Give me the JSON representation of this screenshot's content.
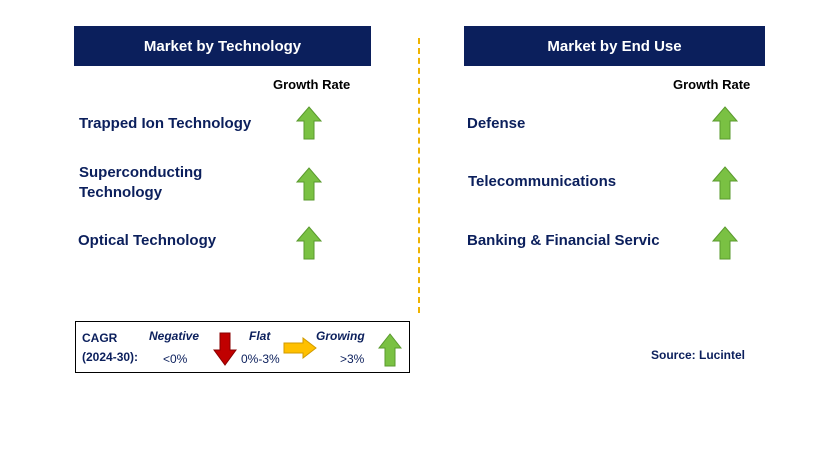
{
  "left_panel": {
    "title": "Market by Technology",
    "growth_rate_label": "Growth Rate",
    "items": [
      {
        "label": "Trapped Ion Technology",
        "trend": "growing"
      },
      {
        "label_line1": "Superconducting",
        "label_line2": "Technology",
        "trend": "growing"
      },
      {
        "label": "Optical Technology",
        "trend": "growing"
      }
    ]
  },
  "right_panel": {
    "title": "Market by End Use",
    "growth_rate_label": "Growth Rate",
    "items": [
      {
        "label": "Defense",
        "trend": "growing"
      },
      {
        "label": "Telecommunications",
        "trend": "growing"
      },
      {
        "label": "Banking & Financial Servic",
        "trend": "growing"
      }
    ]
  },
  "legend": {
    "cagr_line1": "CAGR",
    "cagr_line2": "(2024-30):",
    "negative": {
      "label": "Negative",
      "range": "<0%",
      "color": "#c00000",
      "icon": "arrow-down-icon"
    },
    "flat": {
      "label": "Flat",
      "range": "0%-3%",
      "color": "#ffc000",
      "icon": "arrow-right-icon"
    },
    "growing": {
      "label": "Growing",
      "range": ">3%",
      "color": "#7ac143",
      "icon": "arrow-up-icon"
    }
  },
  "source": "Source: Lucintel",
  "colors": {
    "header_bg": "#0b1f5c",
    "text_navy": "#0b1f5c",
    "divider": "#f0b400"
  }
}
